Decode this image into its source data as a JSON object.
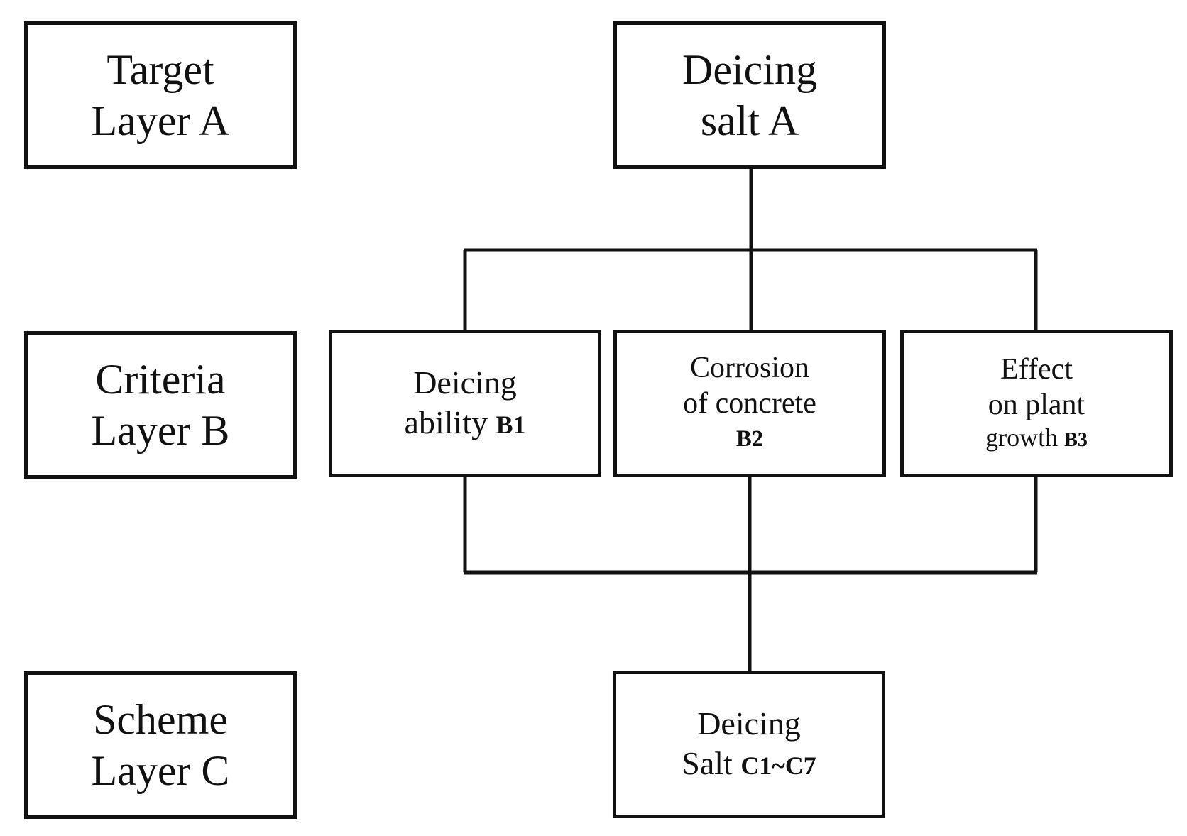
{
  "layers": {
    "target": {
      "line1": "Target",
      "line2": "Layer A"
    },
    "criteria": {
      "line1": "Criteria",
      "line2": "Layer B"
    },
    "scheme": {
      "line1": "Scheme",
      "line2": "Layer C"
    }
  },
  "nodes": {
    "goal": {
      "line1": "Deicing",
      "line2": "salt A"
    },
    "b1": {
      "line1": "Deicing",
      "line2": "ability",
      "tag": "B1"
    },
    "b2": {
      "line1": "Corrosion",
      "line2": "of concrete",
      "tag": "B2"
    },
    "b3": {
      "line1": "Effect",
      "line2": "on plant",
      "line3": "growth",
      "tag": "B3"
    },
    "c": {
      "line1": "Deicing",
      "line2": "Salt",
      "tag": "C1~C7"
    }
  }
}
